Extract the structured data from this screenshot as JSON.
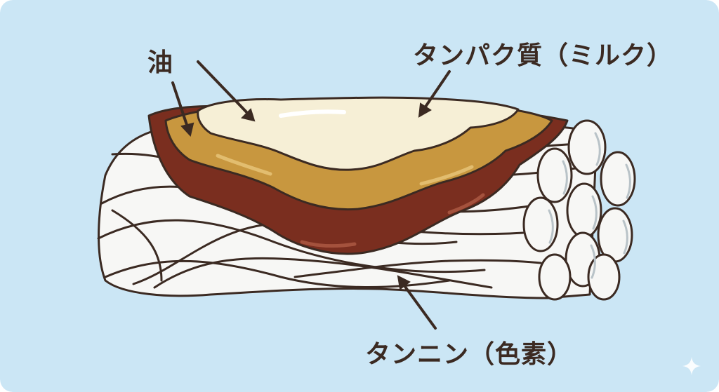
{
  "labels": {
    "oil": "油",
    "protein": "タンパク質（ミルク）",
    "tannin": "タンニン（色素）"
  },
  "colors": {
    "background": "#cbe6f5",
    "fiber": "#f7f7f5",
    "fiber_outline": "#3b2a22",
    "tannin_layer": "#7a2e1f",
    "oil_layer": "#c8973f",
    "protein_layer": "#f6efd6",
    "text": "#3b2a22"
  },
  "icons": {
    "arrows": "arrow-icon",
    "corner": "sparkle-icon"
  }
}
